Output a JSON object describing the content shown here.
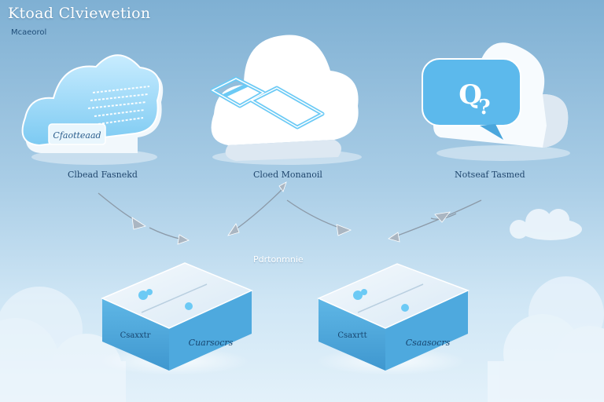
{
  "header": {
    "title": "Ktoad Clviewetion",
    "subtitle": "Mcaeorol"
  },
  "clouds": [
    {
      "label": "Clbead Fasnekd",
      "badge": "Cfaotteaad"
    },
    {
      "label": "Cloed Monanoil"
    },
    {
      "label": "Notseaf Tasmed"
    }
  ],
  "platform": {
    "label": "Pdrtonmnie"
  },
  "boxes": [
    {
      "front_left": "Csaxxtr",
      "front_right": "Cuarsocrs"
    },
    {
      "front_left": "Csaxrtt",
      "front_right": "Csaasocrs"
    }
  ],
  "colors": {
    "accent": "#5ab8ea",
    "cloud": "#ffffff",
    "box_side": "#4aa6dc",
    "sky_top": "#7fb0d3"
  },
  "icons": [
    "cloud-icon",
    "chain-link-icon",
    "qr-bubble-icon",
    "storage-box-icon",
    "arrow-icon"
  ]
}
